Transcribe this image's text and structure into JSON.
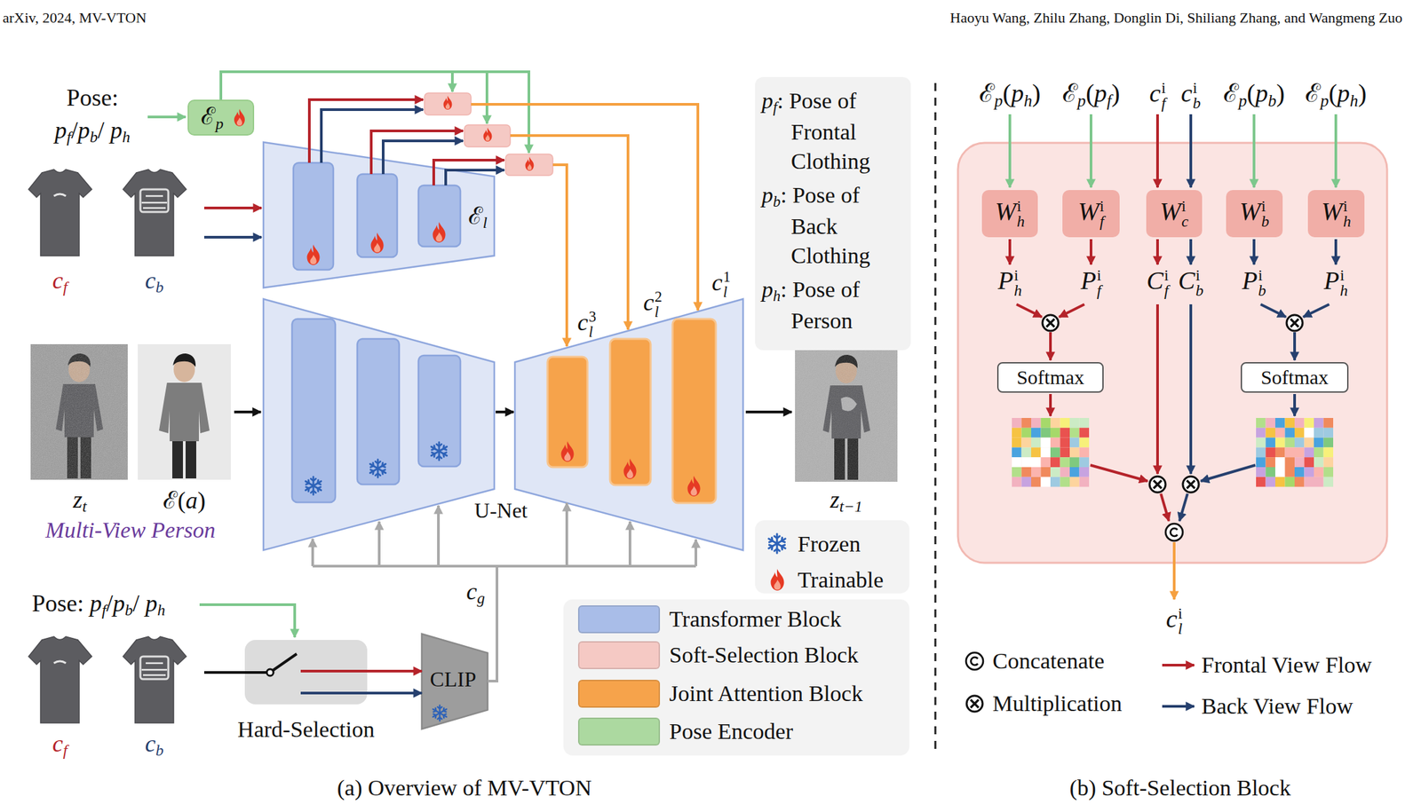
{
  "diagram": {
    "nodes": [
      {
        "text": [
          "ℰp"
        ]
      },
      {
        "text": [
          "ℰl"
        ]
      },
      {
        "text": [
          "U-Net"
        ]
      },
      {
        "text": [
          "Hard-Selection"
        ]
      },
      {
        "text": [
          "CLIP"
        ]
      },
      {
        "text": [
          "pf: Pose of Frontal Clothing",
          "pb: Pose of Back Clothing",
          "ph: Pose of Person"
        ]
      },
      {
        "text": [
          "Whi"
        ]
      },
      {
        "text": [
          "Wfi"
        ]
      },
      {
        "text": [
          "Wci"
        ]
      },
      {
        "text": [
          "Wbi"
        ]
      },
      {
        "text": [
          "Whi"
        ]
      },
      {
        "text": [
          "Softmax"
        ]
      },
      {
        "text": [
          "Softmax"
        ]
      }
    ],
    "edges": [
      {
        "from": 3,
        "to": 4,
        "arrow": "to"
      },
      {
        "from": 3,
        "to": 4,
        "arrow": "to"
      },
      {
        "from": 4,
        "to": 2,
        "arrow": "to",
        "label": "cg"
      }
    ],
    "labels": [
      "arXiv, 2024, MV-VTON",
      "Haoyu Wang, Zhilu Zhang, Donglin Di, Shiliang Zhang, and Wangmeng Zuo",
      "Pose:",
      "pf/pb/ ph",
      "cf",
      "cb",
      "zt",
      "ℰ(a)",
      "Multi-View Person",
      "cl3",
      "cl2",
      "cl1",
      "zt−1",
      "Pose: pf/pb/ ph",
      "cf",
      "cb",
      "(a) Overview of MV-VTON",
      "ℰp(ph)",
      "ℰp(pf)",
      "cfi",
      "cbi",
      "ℰp(pb)",
      "ℰp(ph)",
      "Phi",
      "Pfi",
      "Cfi",
      "Cbi",
      "Pbi",
      "Phi",
      "cli",
      "(b) Soft-Selection Block"
    ],
    "legend": [
      {
        "text": "Frozen"
      },
      {
        "text": "Trainable"
      },
      {
        "text": "Transformer Block",
        "color": "#a9bde8"
      },
      {
        "text": "Soft-Selection Block",
        "color": "#f5c9c4"
      },
      {
        "text": "Joint Attention Block",
        "color": "#f6a34b"
      },
      {
        "text": "Pose Encoder",
        "color": "#acd9a0"
      },
      {
        "text": "Concatenate"
      },
      {
        "text": "Multiplication"
      },
      {
        "text": "Frontal View Flow"
      },
      {
        "text": "Back View Flow"
      }
    ]
  }
}
